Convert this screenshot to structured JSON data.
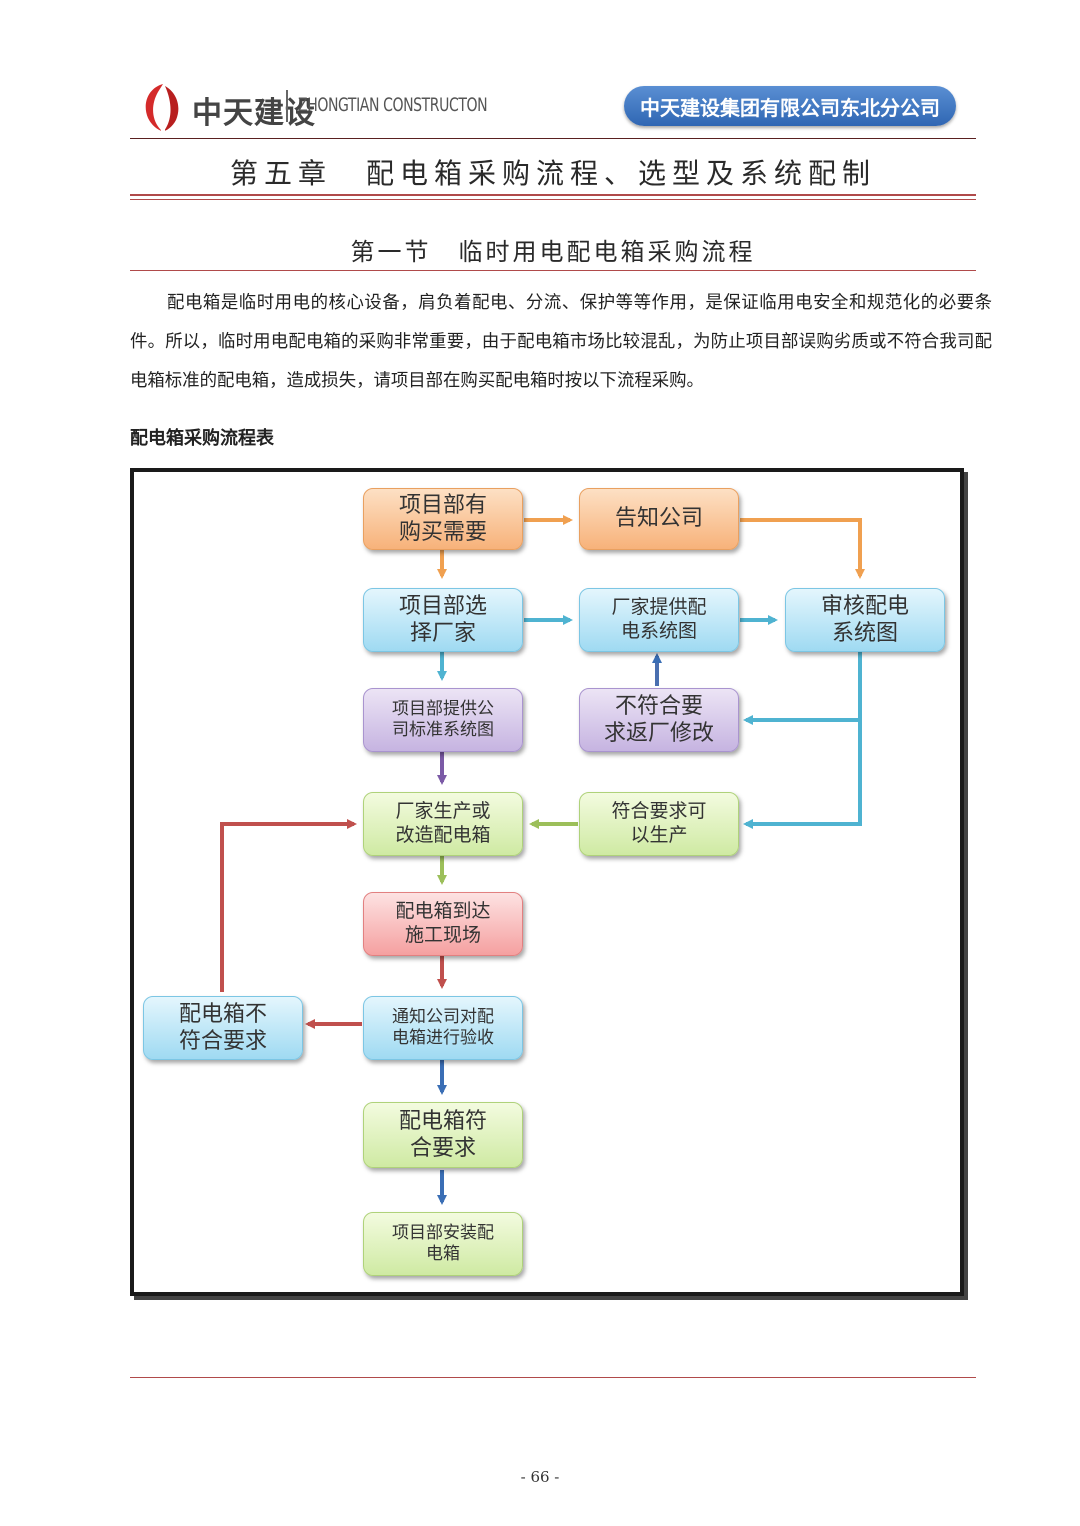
{
  "header": {
    "company_cn": "中天建设",
    "company_en": "ZHONGTIAN CONSTRUCTON",
    "branch": "中天建设集团有限公司东北分公司"
  },
  "chapter_title": "第五章　配电箱采购流程、选型及系统配制",
  "section_title": "第一节　临时用电配电箱采购流程",
  "intro_paragraph": "配电箱是临时用电的核心设备，肩负着配电、分流、保护等等作用，是保证临用电安全和规范化的必要条件。所以，临时用电配电箱的采购非常重要，由于配电箱市场比较混乱，为防止项目部误购劣质或不符合我司配电箱标准的配电箱，造成损失，请项目部在购买配电箱时按以下流程采购。",
  "table_caption": "配电箱采购流程表",
  "flowchart": {
    "nodes": {
      "need": "项目部有\n购买需要",
      "notify_company": "告知公司",
      "select_vendor": "项目部选\n择厂家",
      "vendor_diagram": "厂家提供配\n电系统图",
      "review_diagram": "审核配电\n系统图",
      "provide_standard": "项目部提供公\n司标准系统图",
      "reject_modify": "不符合要\n求返厂修改",
      "produce": "厂家生产或\n改造配电箱",
      "approve_produce": "符合要求可\n以生产",
      "arrive_site": "配电箱到达\n施工现场",
      "notify_acceptance": "通知公司对配\n电箱进行验收",
      "nonconforming": "配电箱不\n符合要求",
      "conforming": "配电箱符\n合要求",
      "install": "项目部安装配\n电箱"
    },
    "colors": {
      "orange": "#f0a050",
      "blue": "#4fb3d1",
      "purple": "#7b5aa6",
      "green": "#9cbf5a",
      "red": "#c0504d",
      "navy": "#3a6eb5"
    }
  },
  "page_number": "- 66 -"
}
